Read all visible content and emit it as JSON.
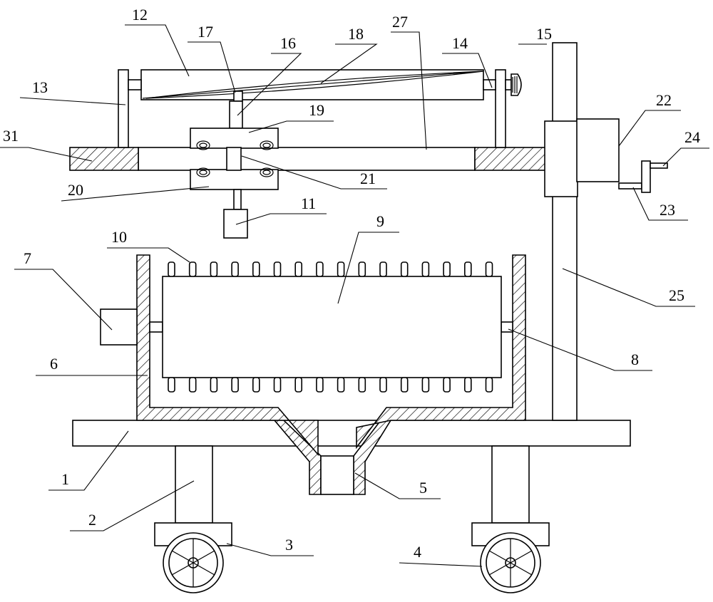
{
  "figure": {
    "part_numbers": [
      "1",
      "2",
      "3",
      "4",
      "5",
      "6",
      "7",
      "8",
      "9",
      "10",
      "11",
      "12",
      "13",
      "14",
      "15",
      "16",
      "17",
      "18",
      "19",
      "20",
      "21",
      "22",
      "23",
      "24",
      "25",
      "27",
      "31"
    ]
  }
}
